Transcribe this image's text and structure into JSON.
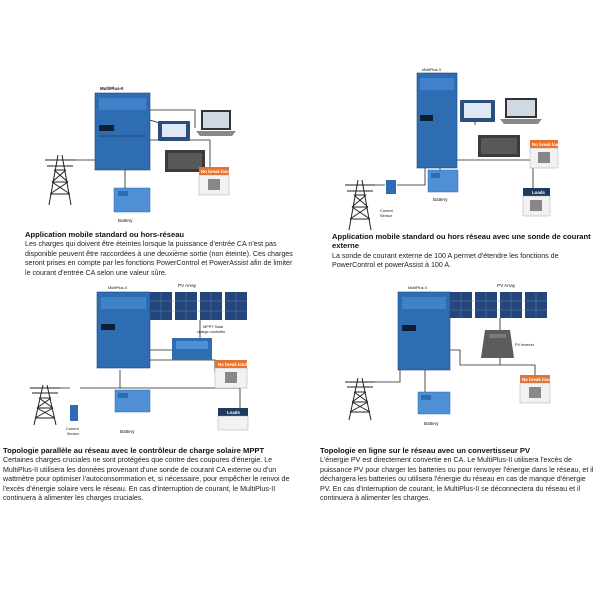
{
  "labels": {
    "multiplus": "MultiPlus-II",
    "battery": "Battery",
    "no_break": "No break loads",
    "loads": "Loads",
    "current_sensor_1": "Current",
    "current_sensor_2": "Sensor",
    "pv_array": "PV Array",
    "mppt_1": "MPPT Solar",
    "mppt_2": "charge controller",
    "pv_inverter": "PV Inverter"
  },
  "sections": [
    {
      "title": "Application mobile standard ou hors-réseau",
      "body": "Les charges qui doivent être éteintes lorsque la puissance d'entrée CA n'est pas disponible peuvent être raccordées à une deuxième sortie (non éteinte). Ces charges seront prises en compte par les fonctions PowerControl et PowerAssist afin de limiter le courant d'entrée CA selon une valeur sûre."
    },
    {
      "title": "Application mobile standard ou hors réseau avec une sonde de courant externe",
      "body": "La sonde de courant externe de 100 A permet d'étendre les fonctions de PowerControl et powerAssist à 100 A."
    },
    {
      "title": "Topologie parallèle au réseau avec le contrôleur de charge solaire MPPT",
      "body": "Certaines charges cruciales ne sont protégées que contre des coupures d'énergie. Le MultiPlus-II utilisera les données provenant d'une sonde de courant CA externe ou d'un wattmètre pour optimiser l'autoconsommation et, si nécessaire, pour empêcher le renvoi de l'excès d'énergie solaire vers le réseau. En cas d'interruption de courant, le MultiPlus-II continuera à alimenter les charges cruciales."
    },
    {
      "title": "Topologie en ligne sur le réseau avec un convertisseur PV",
      "body": "L'énergie PV est directement convertie en CA. Le MultiPlus-II utilisera l'excès de puissance PV pour charger les batteries ou pour renvoyer l'énergie dans le réseau, et il déchargera les batteries ou utilisera l'énergie du réseau en cas de manque d'énergie PV. En cas d'interruption de courant, le MultiPlus-II se déconnectera du réseau et il continuera à alimenter les charges."
    }
  ],
  "colors": {
    "inverter_blue": "#2f6db3",
    "battery_blue": "#4f8fd6",
    "load_orange": "#e8732c",
    "load_navy": "#1f3a5f",
    "panel_blue": "#24467a",
    "wire_ac": "#222222",
    "wire_dc": "#444444"
  }
}
